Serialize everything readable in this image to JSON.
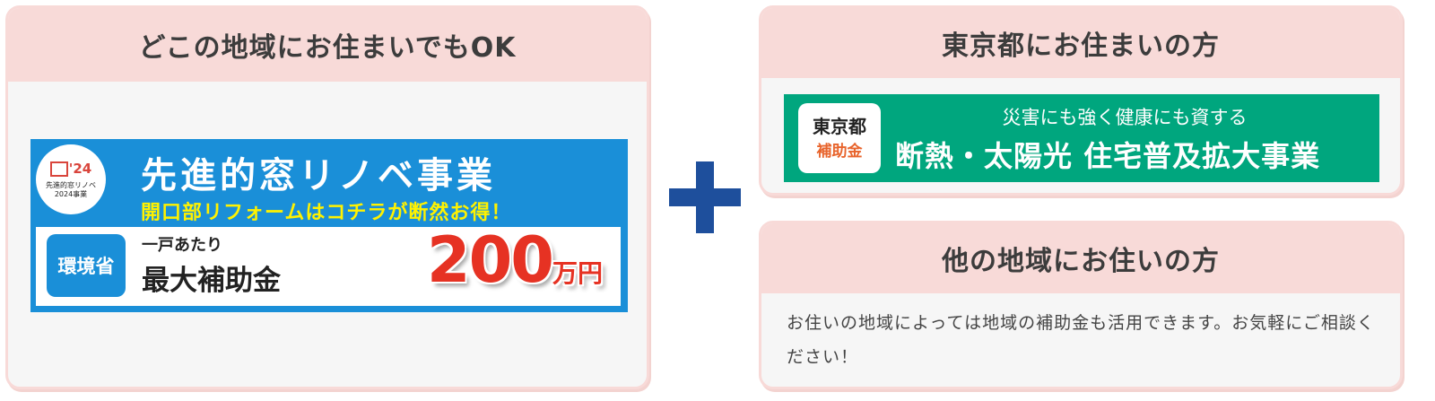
{
  "left_card": {
    "title": "どこの地域にお住まいでもOK",
    "banner": {
      "logo_mark": "'24",
      "logo_line1": "先進的窓リノベ",
      "logo_line2": "2024事業",
      "title": "先進的窓リノベ事業",
      "subtitle": "開口部リフォームはコチラが断然お得！",
      "ministry_badge": "環境省",
      "per_house": "一戸あたり",
      "max_subsidy": "最大補助金",
      "amount": "200",
      "amount_unit": "万円"
    }
  },
  "plus_symbol": "+",
  "tokyo_card": {
    "title": "東京都にお住まいの方",
    "banner": {
      "badge_top": "東京都",
      "badge_bottom": "補助金",
      "subtitle": "災害にも強く健康にも資する",
      "title": "断熱・太陽光 住宅普及拡大事業"
    }
  },
  "other_card": {
    "title": "他の地域にお住いの方",
    "body": "お住いの地域によっては地域の補助金も活用できます。お気軽にご相談ください！"
  },
  "colors": {
    "card_header_bg": "#f8dad8",
    "card_body_bg": "#f6f6f6",
    "sentan_blue": "#1a8fd8",
    "sentan_yellow": "#fff200",
    "amount_red": "#e63223",
    "plus_navy": "#1e4f9c",
    "tokyo_green": "#00a67e",
    "tokyo_orange": "#e8642c"
  }
}
